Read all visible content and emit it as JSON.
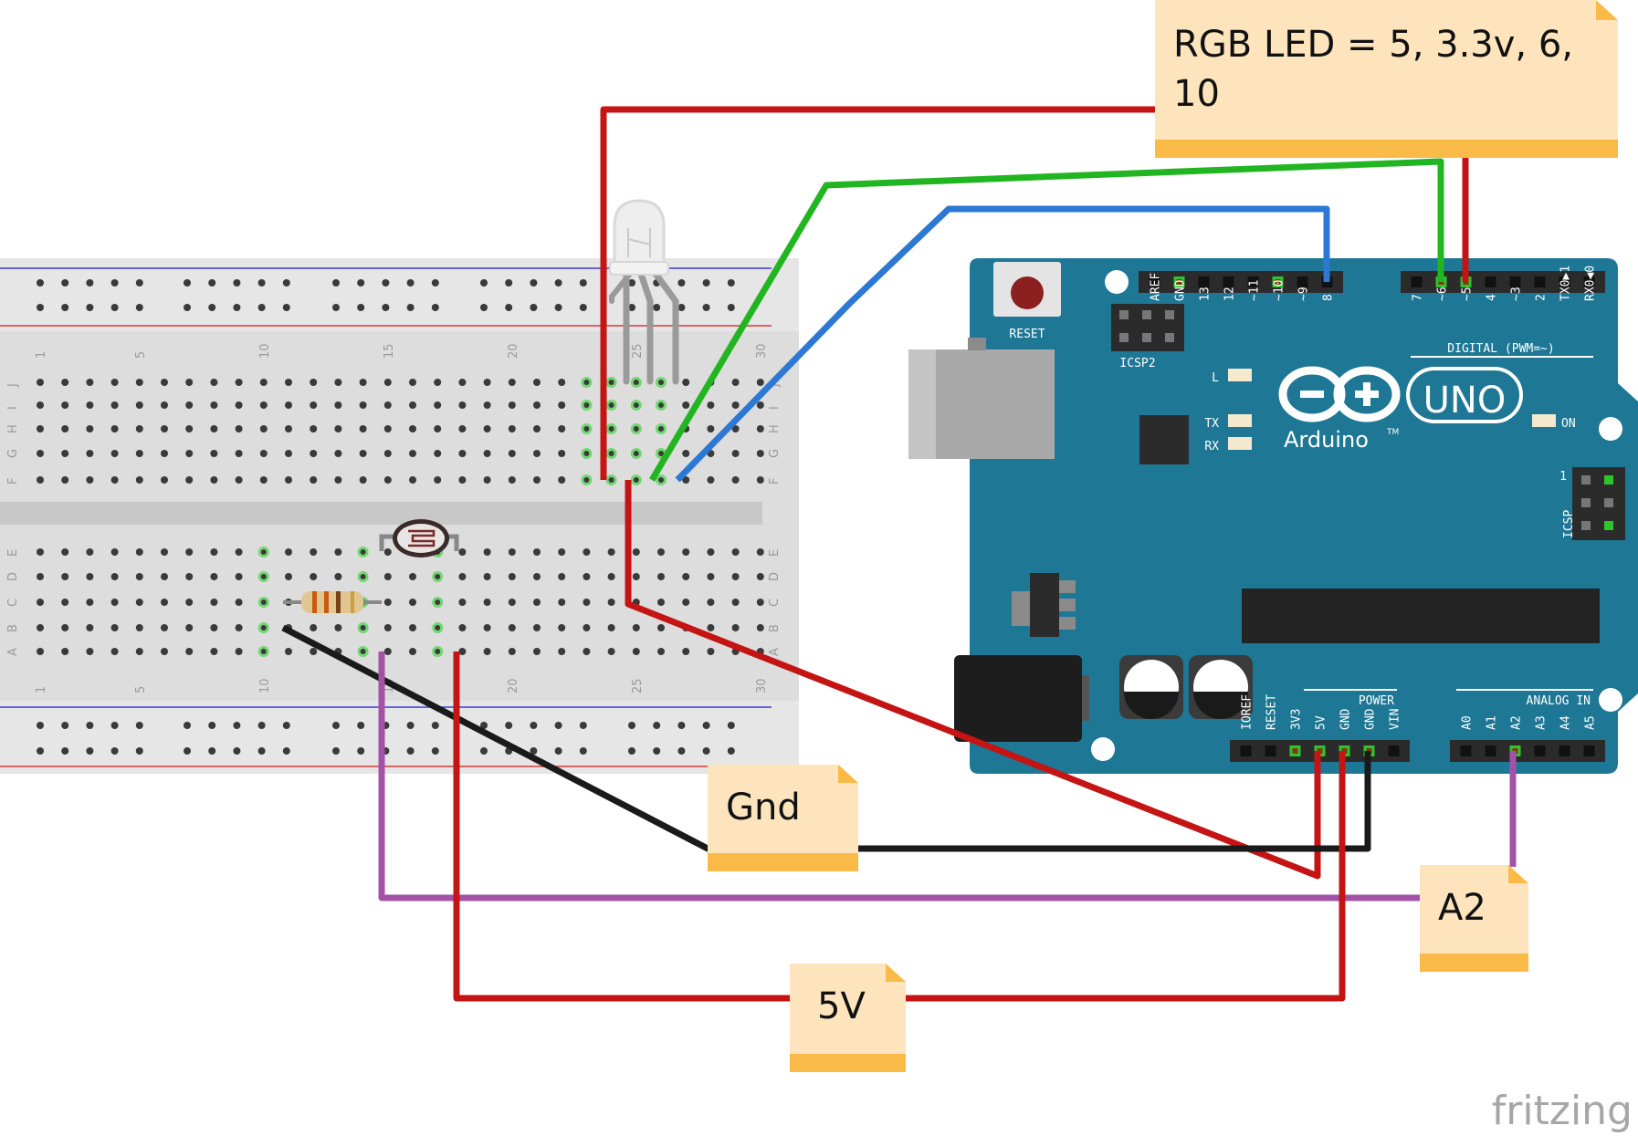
{
  "notes": {
    "rgb": {
      "line1": "RGB LED = 5, 3.3v, 6,",
      "line2": "10"
    },
    "gnd": "Gnd",
    "a2": "A2",
    "v5": "5V"
  },
  "breadboard": {
    "col_numbers_top": [
      "1",
      "5",
      "10",
      "15",
      "20",
      "25",
      "30"
    ],
    "col_numbers_bottom": [
      "1",
      "5",
      "10",
      "15",
      "20",
      "25",
      "30"
    ],
    "row_letters_top": [
      "J",
      "I",
      "H",
      "G",
      "F"
    ],
    "row_letters_bottom": [
      "E",
      "D",
      "C",
      "B",
      "A"
    ]
  },
  "arduino": {
    "reset_label": "RESET",
    "icsp2_label": "ICSP2",
    "icsp_label": "ICSP",
    "icsp_pin1": "1",
    "digital_label": "DIGITAL (PWM=~)",
    "power_label": "POWER",
    "analog_label": "ANALOG IN",
    "led_l": "L",
    "led_tx": "TX",
    "led_rx": "RX",
    "led_on": "ON",
    "logo_uno": "UNO",
    "logo_arduino": "Arduino",
    "logo_tm": "TM",
    "digital_pins_left": [
      "AREF",
      "GND",
      "13",
      "12",
      "~11",
      "~10",
      "~9",
      "8"
    ],
    "digital_pins_right": [
      "7",
      "~6",
      "~5",
      "4",
      "~3",
      "2",
      "TX0▶1",
      "RX0◀0"
    ],
    "power_pins": [
      "IOREF",
      "RESET",
      "3V3",
      "5V",
      "GND",
      "GND",
      "VIN"
    ],
    "analog_pins": [
      "A0",
      "A1",
      "A2",
      "A3",
      "A4",
      "A5"
    ]
  },
  "brand": "fritzing",
  "colors": {
    "board": "#1e7794",
    "wire_red": "#c41414",
    "wire_green": "#21b521",
    "wire_blue": "#2c78d3",
    "wire_purple": "#a253a8",
    "wire_black": "#1a1a1a",
    "note_bg": "#fde4bd",
    "note_band": "#f9ba48"
  }
}
